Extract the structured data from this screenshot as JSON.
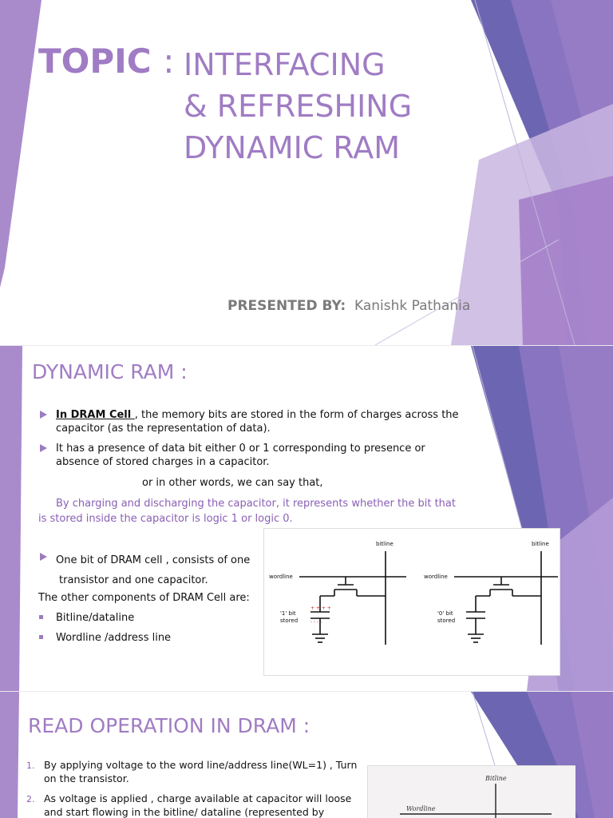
{
  "slide1": {
    "topic_label": "TOPIC",
    "topic_colon": ":",
    "title_lines": [
      "INTERFACING",
      "& REFRESHING",
      "DYNAMIC RAM"
    ],
    "presented_label": "PRESENTED BY:",
    "presenter": "Kanishk Pathania"
  },
  "slide2": {
    "heading": "DYNAMIC RAM :",
    "bullet1_bold": "In DRAM Cell ",
    "bullet1_line1": ", the  memory bits  are stored in the form of charges across the",
    "bullet1_line2": "capacitor (as the representation of data).",
    "bullet2_line1": "It has a presence of  data bit either 0 or 1 corresponding  to presence or",
    "bullet2_line2": "absence of stored charges in a capacitor.",
    "other_words": "or in other words, we can say that,",
    "highlight_line1": "By charging and  discharging the capacitor, it represents whether  the bit that",
    "highlight_line2": "is  stored inside the capacitor is logic 1 or logic 0.",
    "bullet3_line1": "One bit of DRAM cell , consists of one",
    "bullet3_line2": "transistor and one capacitor.",
    "components_intro": "The other components of DRAM Cell are:",
    "components": [
      "Bitline/dataline",
      "Wordline /address line"
    ],
    "diagram": {
      "bitline_label": "bitline",
      "wordline_label": "wordline",
      "stored1_line1": "'1' bit",
      "stored1_line2": "stored",
      "stored0_line1": "'0' bit",
      "stored0_line2": "stored"
    }
  },
  "slide3": {
    "heading": "READ OPERATION IN DRAM :",
    "items": [
      {
        "num": "1.",
        "line1": "By applying voltage to the word line/address line(WL=1) , Turn",
        "line2": "on the transistor."
      },
      {
        "num": "2.",
        "line1": "As voltage is applied , charge available at capacitor will loose",
        "line2": "and start flowing  in the  bitline/ dataline (represented by"
      }
    ],
    "sketch": {
      "bitline": "Bitline",
      "wordline": "Wordline"
    }
  },
  "colors": {
    "accent": "#a07cc4",
    "band_dark": "#6a62b0",
    "band_light": "#b59bd6"
  }
}
